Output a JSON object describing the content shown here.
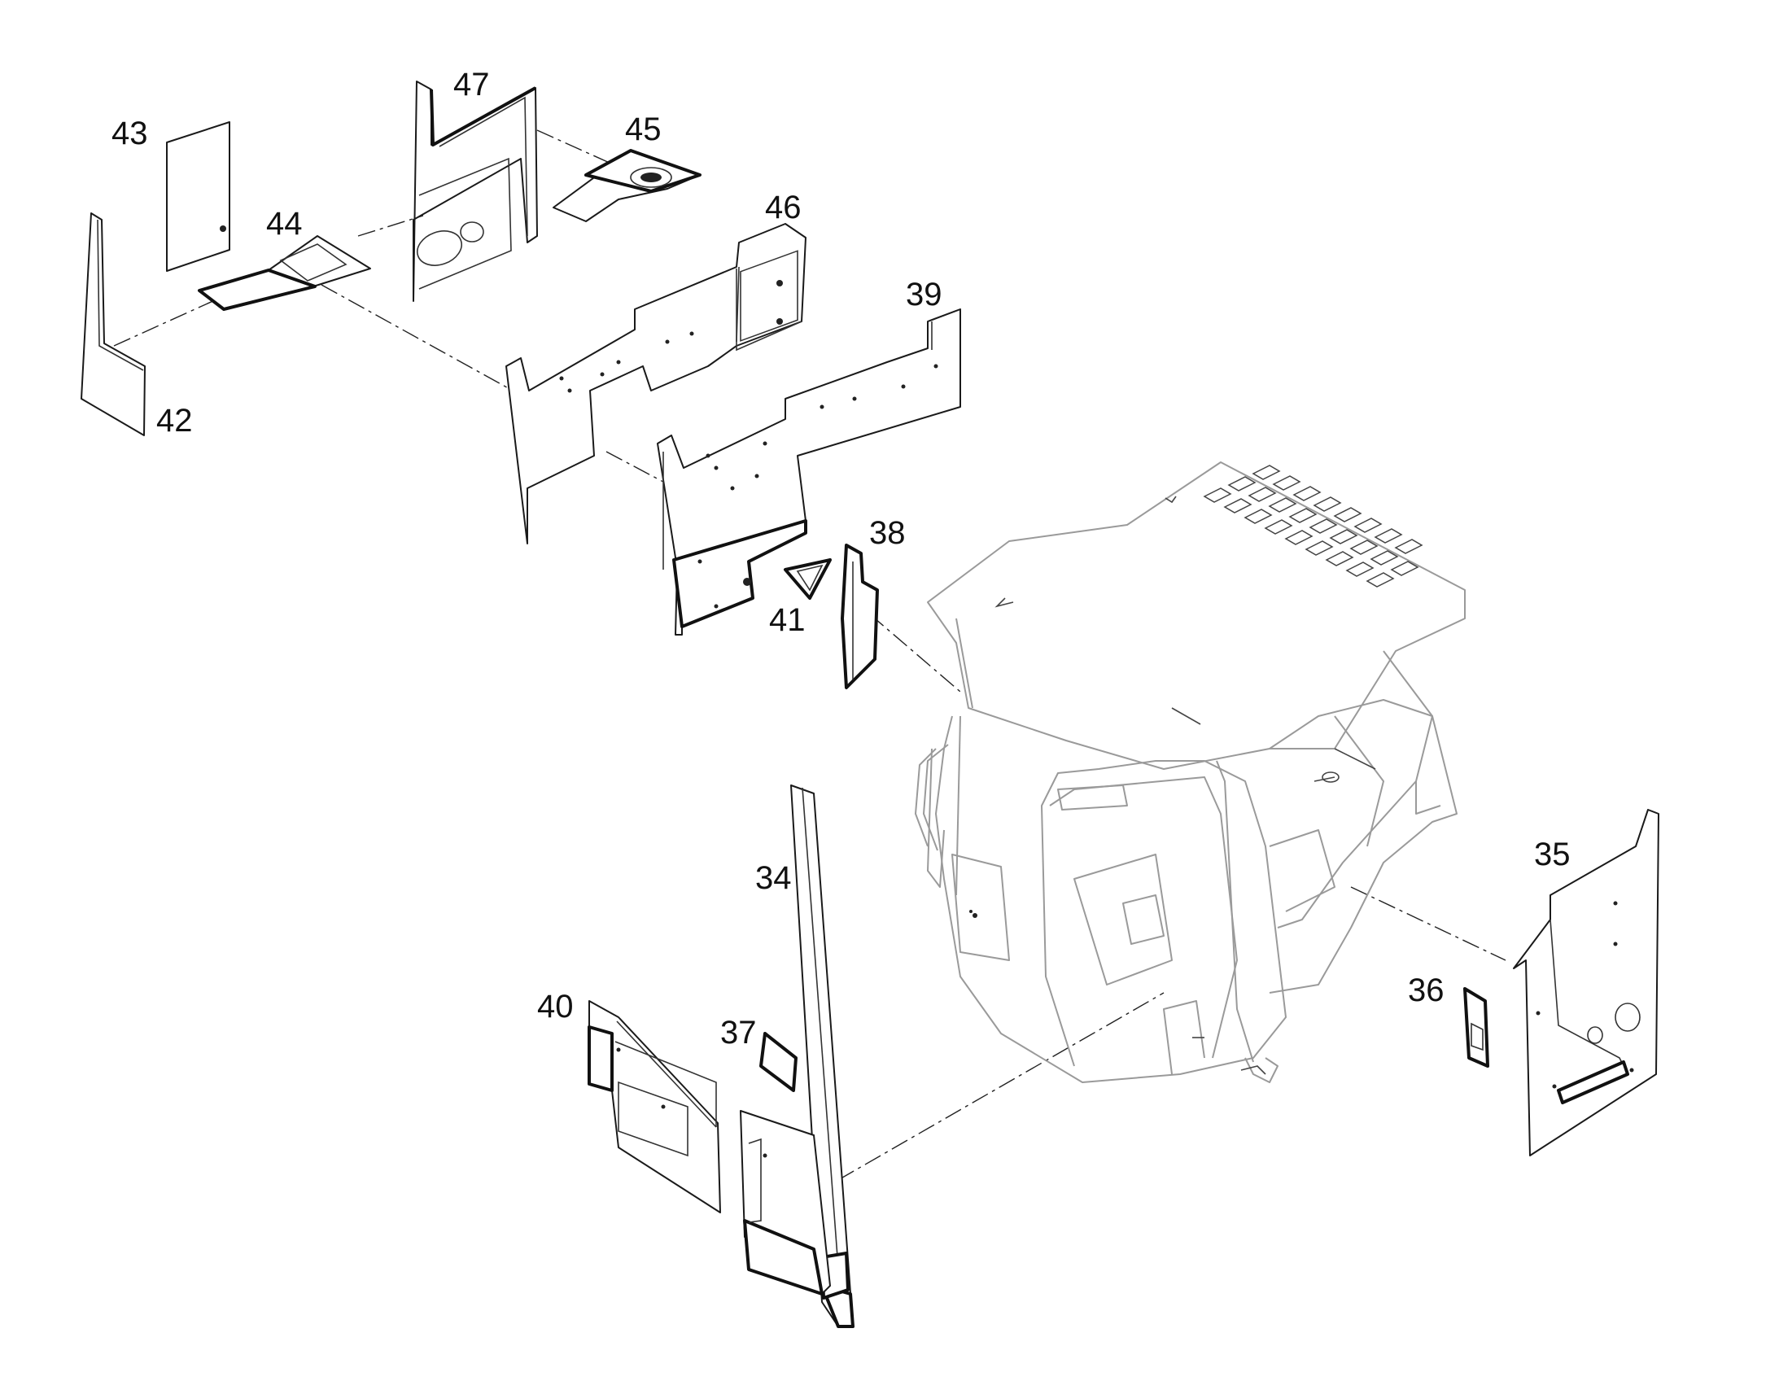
{
  "diagram": {
    "callouts": [
      {
        "id": "34",
        "text": "34"
      },
      {
        "id": "35",
        "text": "35"
      },
      {
        "id": "36",
        "text": "36"
      },
      {
        "id": "37",
        "text": "37"
      },
      {
        "id": "38",
        "text": "38"
      },
      {
        "id": "39",
        "text": "39"
      },
      {
        "id": "40",
        "text": "40"
      },
      {
        "id": "41",
        "text": "41"
      },
      {
        "id": "42",
        "text": "42"
      },
      {
        "id": "43",
        "text": "43"
      },
      {
        "id": "44",
        "text": "44"
      },
      {
        "id": "45",
        "text": "45"
      },
      {
        "id": "46",
        "text": "46"
      },
      {
        "id": "47",
        "text": "47"
      }
    ]
  }
}
